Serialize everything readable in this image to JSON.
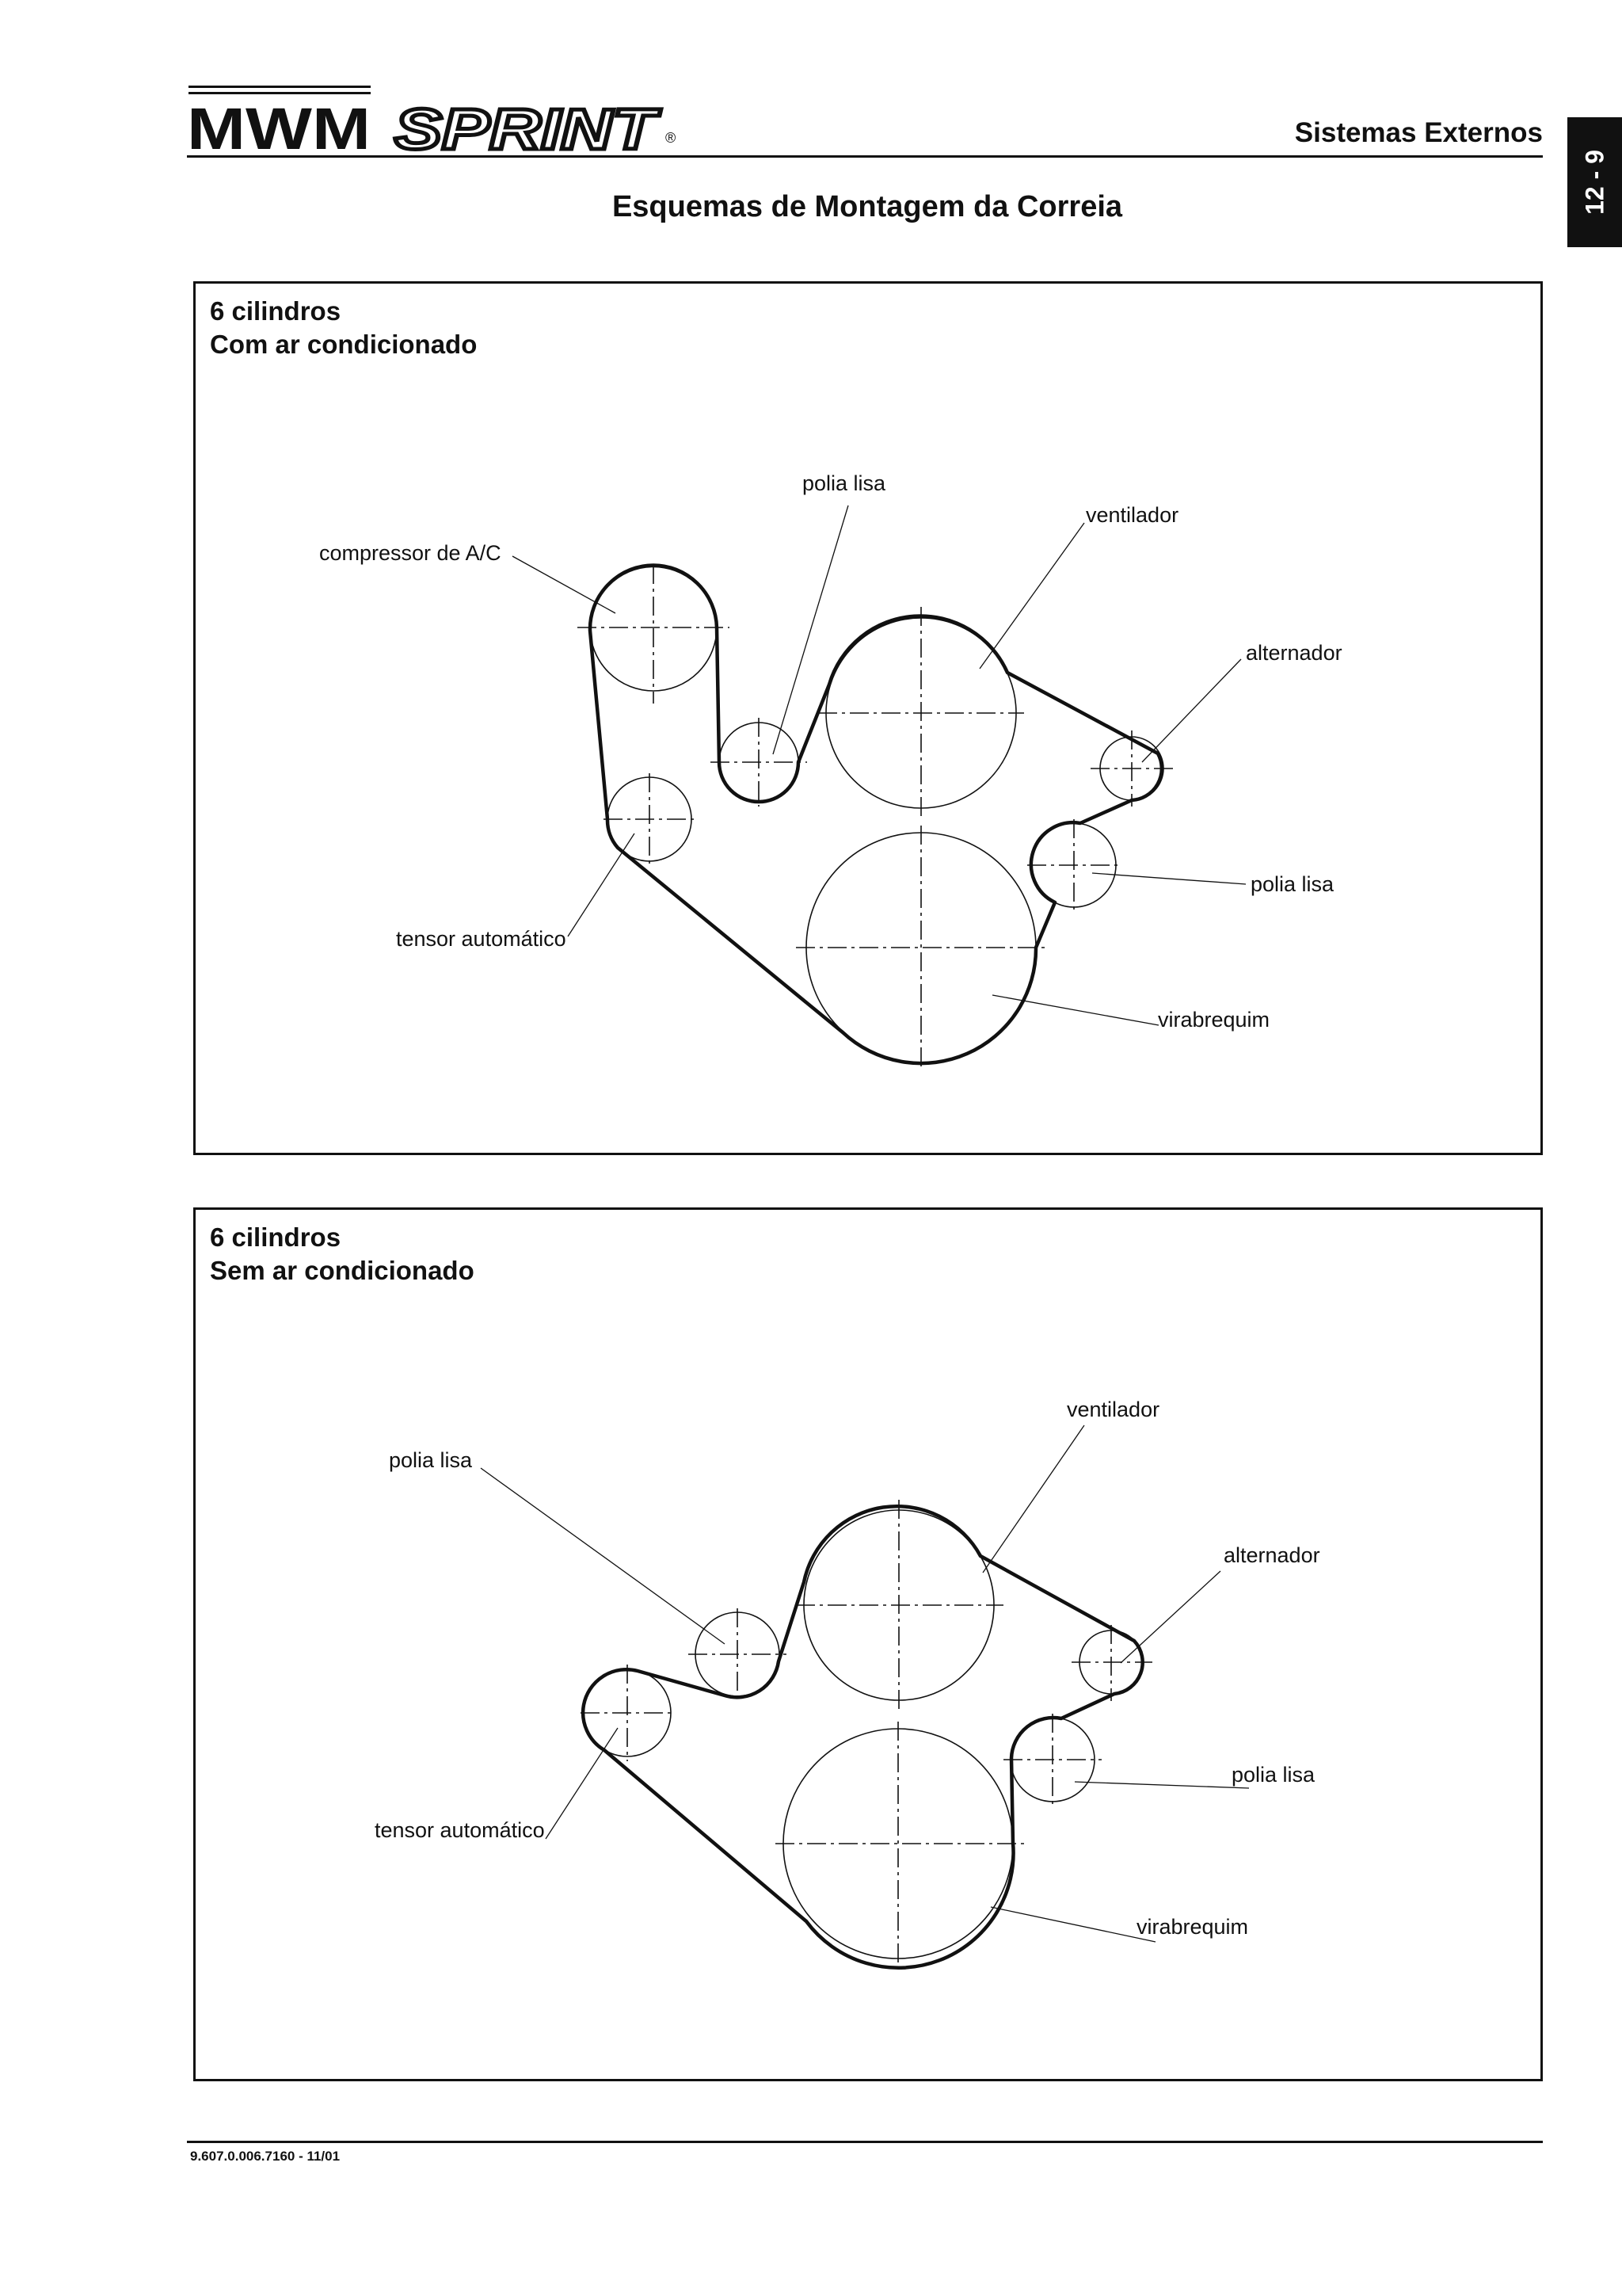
{
  "header": {
    "brand_primary": "MWM",
    "brand_secondary": "SPRINT",
    "brand_mark": "®",
    "section_title": "Sistemas Externos",
    "page_number": "12 - 9"
  },
  "title": "Esquemas de Montagem da Correia",
  "panels": [
    {
      "title_line1": "6 cilindros",
      "title_line2": "Com ar condicionado",
      "labels": {
        "compressor": "compressor de A/C",
        "idler_top": "polia lisa",
        "fan": "ventilador",
        "alternator": "alternador",
        "idler_right": "polia lisa",
        "tensioner": "tensor automático",
        "crankshaft": "virabrequim"
      }
    },
    {
      "title_line1": "6 cilindros",
      "title_line2": "Sem ar condicionado",
      "labels": {
        "fan": "ventilador",
        "idler_left": "polia lisa",
        "alternator": "alternador",
        "idler_right": "polia lisa",
        "tensioner": "tensor automático",
        "crankshaft": "virabrequim"
      }
    }
  ],
  "footer": {
    "document_code": "9.607.0.006.7160 - 11/01"
  }
}
